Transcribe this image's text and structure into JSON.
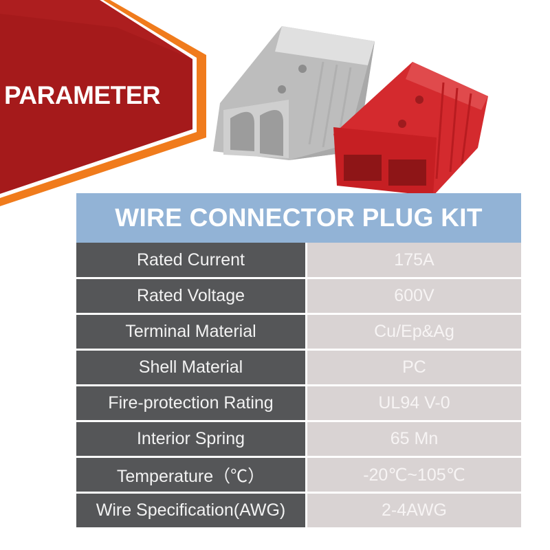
{
  "banner": {
    "text": "PARAMETER"
  },
  "table": {
    "title": "WIRE CONNECTOR PLUG KIT",
    "rows": [
      {
        "label": "Rated Current",
        "value": "175A"
      },
      {
        "label": "Rated Voltage",
        "value": "600V"
      },
      {
        "label": "Terminal Material",
        "value": "Cu/Ep&Ag"
      },
      {
        "label": "Shell Material",
        "value": "PC"
      },
      {
        "label": "Fire-protection Rating",
        "value": "UL94 V-0"
      },
      {
        "label": "Interior Spring",
        "value": "65 Mn"
      },
      {
        "label": "Temperature（℃）",
        "value": "-20℃~105℃"
      },
      {
        "label": "Wire Specification(AWG)",
        "value": "2-4AWG"
      }
    ]
  },
  "colors": {
    "banner_red": "#a51a1b",
    "banner_orange": "#f07b1c",
    "title_blue": "#92b3d6",
    "label_gray": "#555658",
    "value_gray": "#d9d3d3",
    "connector_gray": "#c9c9c9",
    "connector_red": "#d42a2e"
  },
  "icons": {
    "product": "wire-connector-plugs-image"
  }
}
